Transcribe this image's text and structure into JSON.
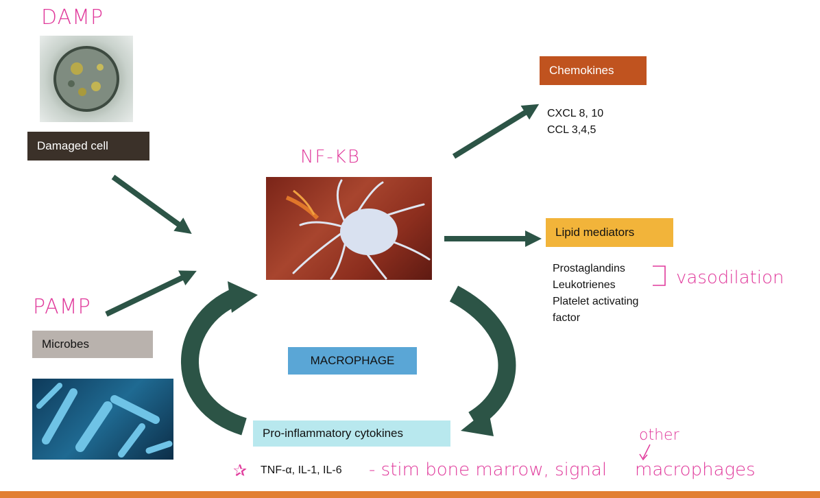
{
  "handwriting": {
    "damp": "DAMP",
    "pamp": "PAMP",
    "nfkb": "NF-KB",
    "vasodilation": "vasodilation",
    "stim_note": "- stim bone marrow, signal",
    "macrophages": "macrophages",
    "other": "other",
    "star": "✰"
  },
  "labels": {
    "damaged_cell": "Damaged cell",
    "microbes": "Microbes",
    "chemokines": "Chemokines",
    "lipid_mediators": "Lipid mediators",
    "macrophage": "MACROPHAGE",
    "cytokines": "Pro-inflammatory cytokines"
  },
  "lists": {
    "chemokines": [
      "CXCL 8, 10",
      "CCL 3,4,5"
    ],
    "lipid": [
      "Prostaglandins",
      "Leukotrienes",
      "Platelet activating",
      "factor"
    ],
    "cytokines": "TNF-α, IL-1, IL-6"
  },
  "colors": {
    "arrow": "#2c5446",
    "chemokines_bg": "#c0531f",
    "lipid_bg": "#f2b43a",
    "macrophage_bg": "#5aa6d6",
    "cytokines_bg": "#b8e8ee",
    "damaged_bg": "#3b3129",
    "microbes_bg": "#b9b2ad",
    "handwriting": "#e0399b",
    "bottom_bar": "#e27f32"
  }
}
